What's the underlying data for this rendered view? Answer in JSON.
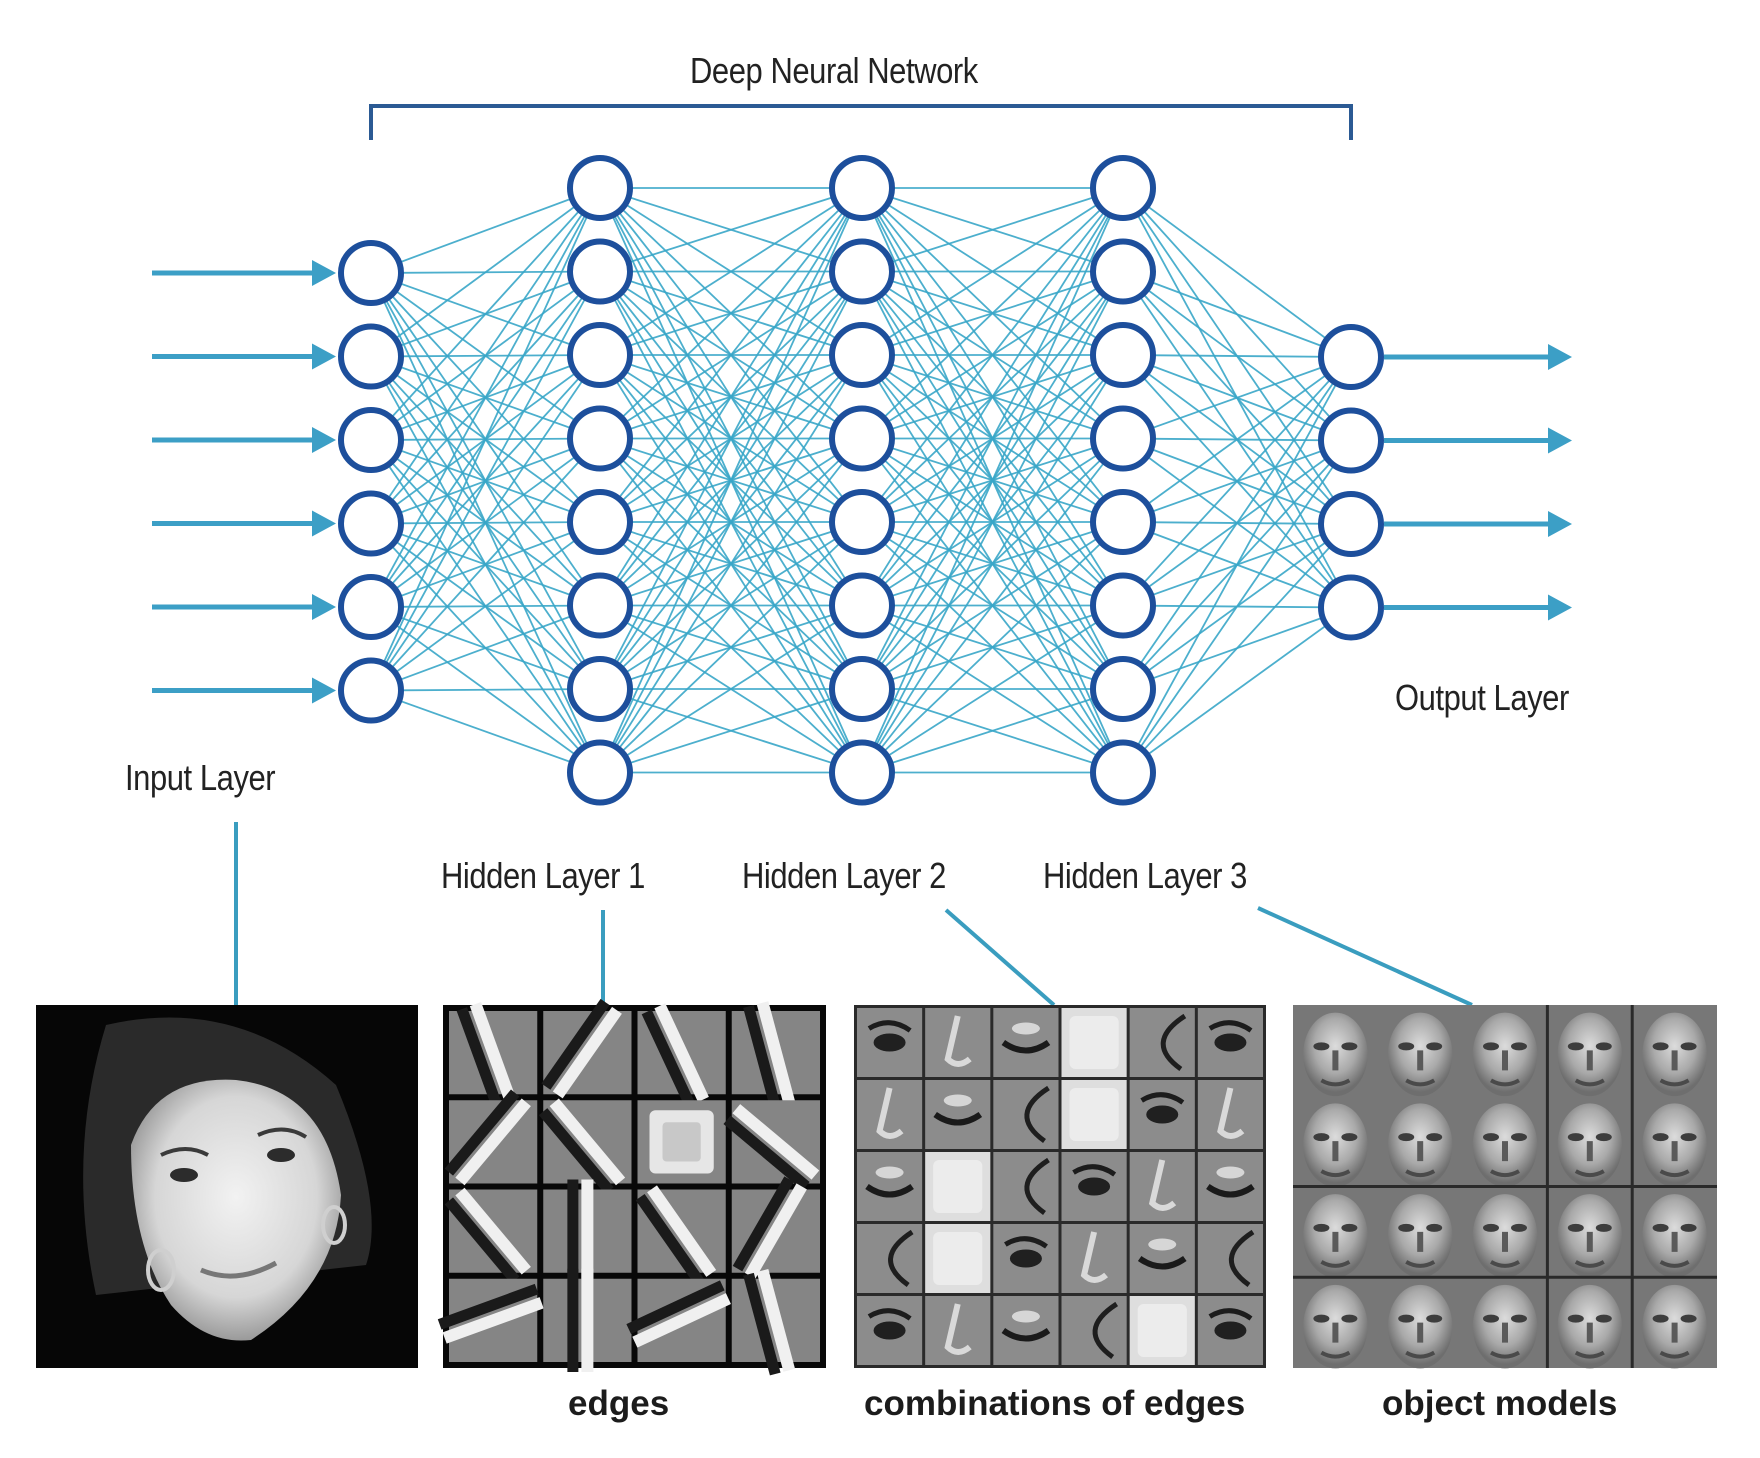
{
  "title": "Deep Neural Network",
  "colors": {
    "node_ring": "#1d4f9c",
    "connection": "#39a6c8",
    "arrow": "#3c9fc6",
    "bracket": "#2b5a94",
    "pointer": "#3a9dbf"
  },
  "layers": [
    {
      "id": "input",
      "label": "Input Layer",
      "nodes": 6
    },
    {
      "id": "hidden1",
      "label": "Hidden Layer 1",
      "nodes": 8
    },
    {
      "id": "hidden2",
      "label": "Hidden Layer 2",
      "nodes": 8
    },
    {
      "id": "hidden3",
      "label": "Hidden Layer 3",
      "nodes": 8
    },
    {
      "id": "output",
      "label": "Output Layer",
      "nodes": 4
    }
  ],
  "input_arrows": 6,
  "output_arrows": 4,
  "panels": [
    {
      "id": "input-photo",
      "caption": "",
      "content": "grayscale portrait photo of a woman (input image)",
      "grid": [
        1,
        1
      ]
    },
    {
      "id": "edges",
      "caption": "edges",
      "content": "learned edge filters",
      "grid": [
        4,
        4
      ]
    },
    {
      "id": "combinations",
      "caption": "combinations of edges",
      "content": "facial part features (eyes, noses, mouths)",
      "grid": [
        6,
        5
      ]
    },
    {
      "id": "object-models",
      "caption": "object models",
      "content": "whole face templates",
      "grid": [
        5,
        4
      ]
    }
  ]
}
